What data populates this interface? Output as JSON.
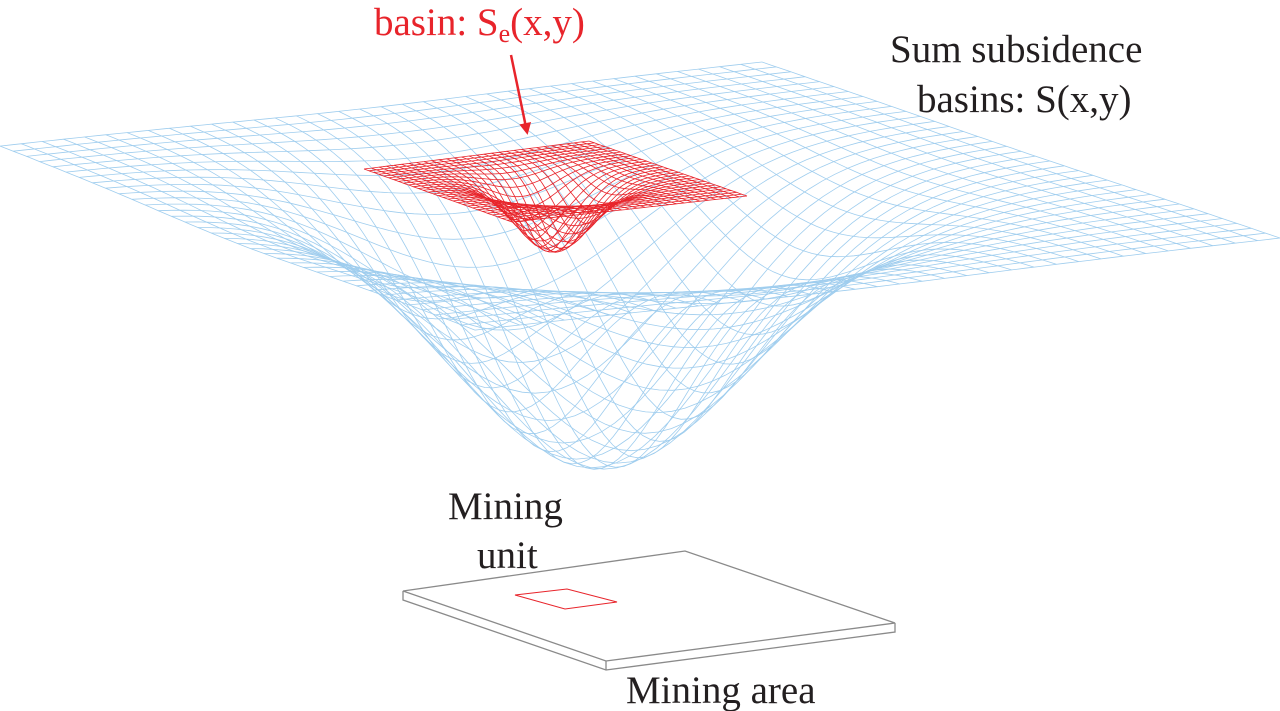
{
  "labels": {
    "unit_basin_prefix": "basin: S",
    "unit_basin_subscript": "e",
    "unit_basin_suffix": "(x,y)",
    "sum_basin_line1": "Sum subsidence",
    "sum_basin_line2": "basins: S(x,y)",
    "mining_unit_line1": "Mining",
    "mining_unit_line2": "unit",
    "mining_area": "Mining area"
  },
  "colors": {
    "sum_mesh": "#9fcdee",
    "unit_mesh": "#e8242b",
    "outline": "#8a8a8a",
    "text": "#231f20",
    "arrow": "#e8242b"
  }
}
